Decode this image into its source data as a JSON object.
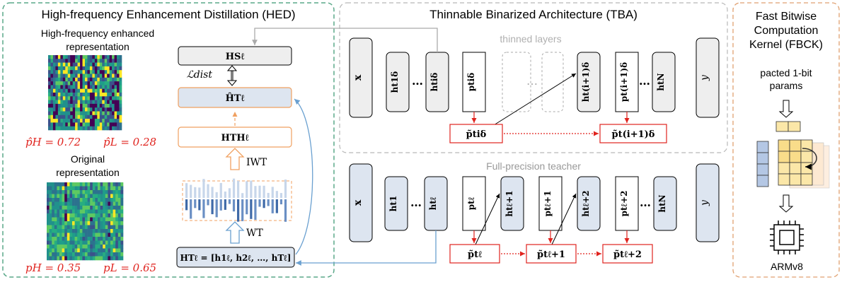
{
  "panels": {
    "hed": {
      "title": "High-frequency Enhancement Distillation (HED)",
      "enhanced_caption": [
        "High-frequency enhanced",
        "representation"
      ],
      "original_caption": [
        "Original",
        "representation"
      ],
      "enhanced_stats": {
        "p_high": "p̂H = 0.72",
        "p_low": "p̂L = 0.28"
      },
      "original_stats": {
        "p_high": "pH = 0.35",
        "p_low": "pL = 0.65"
      },
      "h_student": "HSℓ",
      "loss": "ℒdist",
      "h_teacher_hat": "ĤTℓ",
      "h_teacher_high": "HTHℓ",
      "iwt": "IWT",
      "wt": "WT",
      "h_teacher_seq": "HTℓ = [h1ℓ, h2ℓ, …, hTℓ]"
    },
    "tba": {
      "title": "Thinnable Binarized Architecture (TBA)",
      "thinned_label": "thinned layers",
      "nodes": [
        "x",
        "ht1δ",
        "htiδ",
        "ptiδ",
        "ht(i+1)δ",
        "pt(i+1)δ",
        "htN",
        "y"
      ],
      "prob_nodes": [
        "p̃tiδ",
        "p̃t(i+1)δ"
      ],
      "ellipsis": "…"
    },
    "teacher": {
      "title": "Full-precision teacher",
      "nodes": [
        "x",
        "ht1",
        "htℓ",
        "ptℓ",
        "htℓ+1",
        "ptℓ+1",
        "htℓ+2",
        "ptℓ+2",
        "htN",
        "y"
      ],
      "prob_nodes": [
        "p̃tℓ",
        "p̃tℓ+1",
        "p̃tℓ+2"
      ]
    },
    "fbck": {
      "title": [
        "Fast Bitwise",
        "Computation",
        "Kernel (FBCK)"
      ],
      "params_label": [
        "pacted 1-bit",
        "params"
      ],
      "device": "ARMv8"
    }
  },
  "colors": {
    "hed_border": "#5aa889",
    "tba_border": "#b8b8b8",
    "fbck_border": "#e0a070",
    "red": "#e0231e",
    "orange": "#f0a060",
    "blue": "#6aa0d0",
    "node_gray": "#eeeeee",
    "node_blue": "#dde5f0"
  }
}
